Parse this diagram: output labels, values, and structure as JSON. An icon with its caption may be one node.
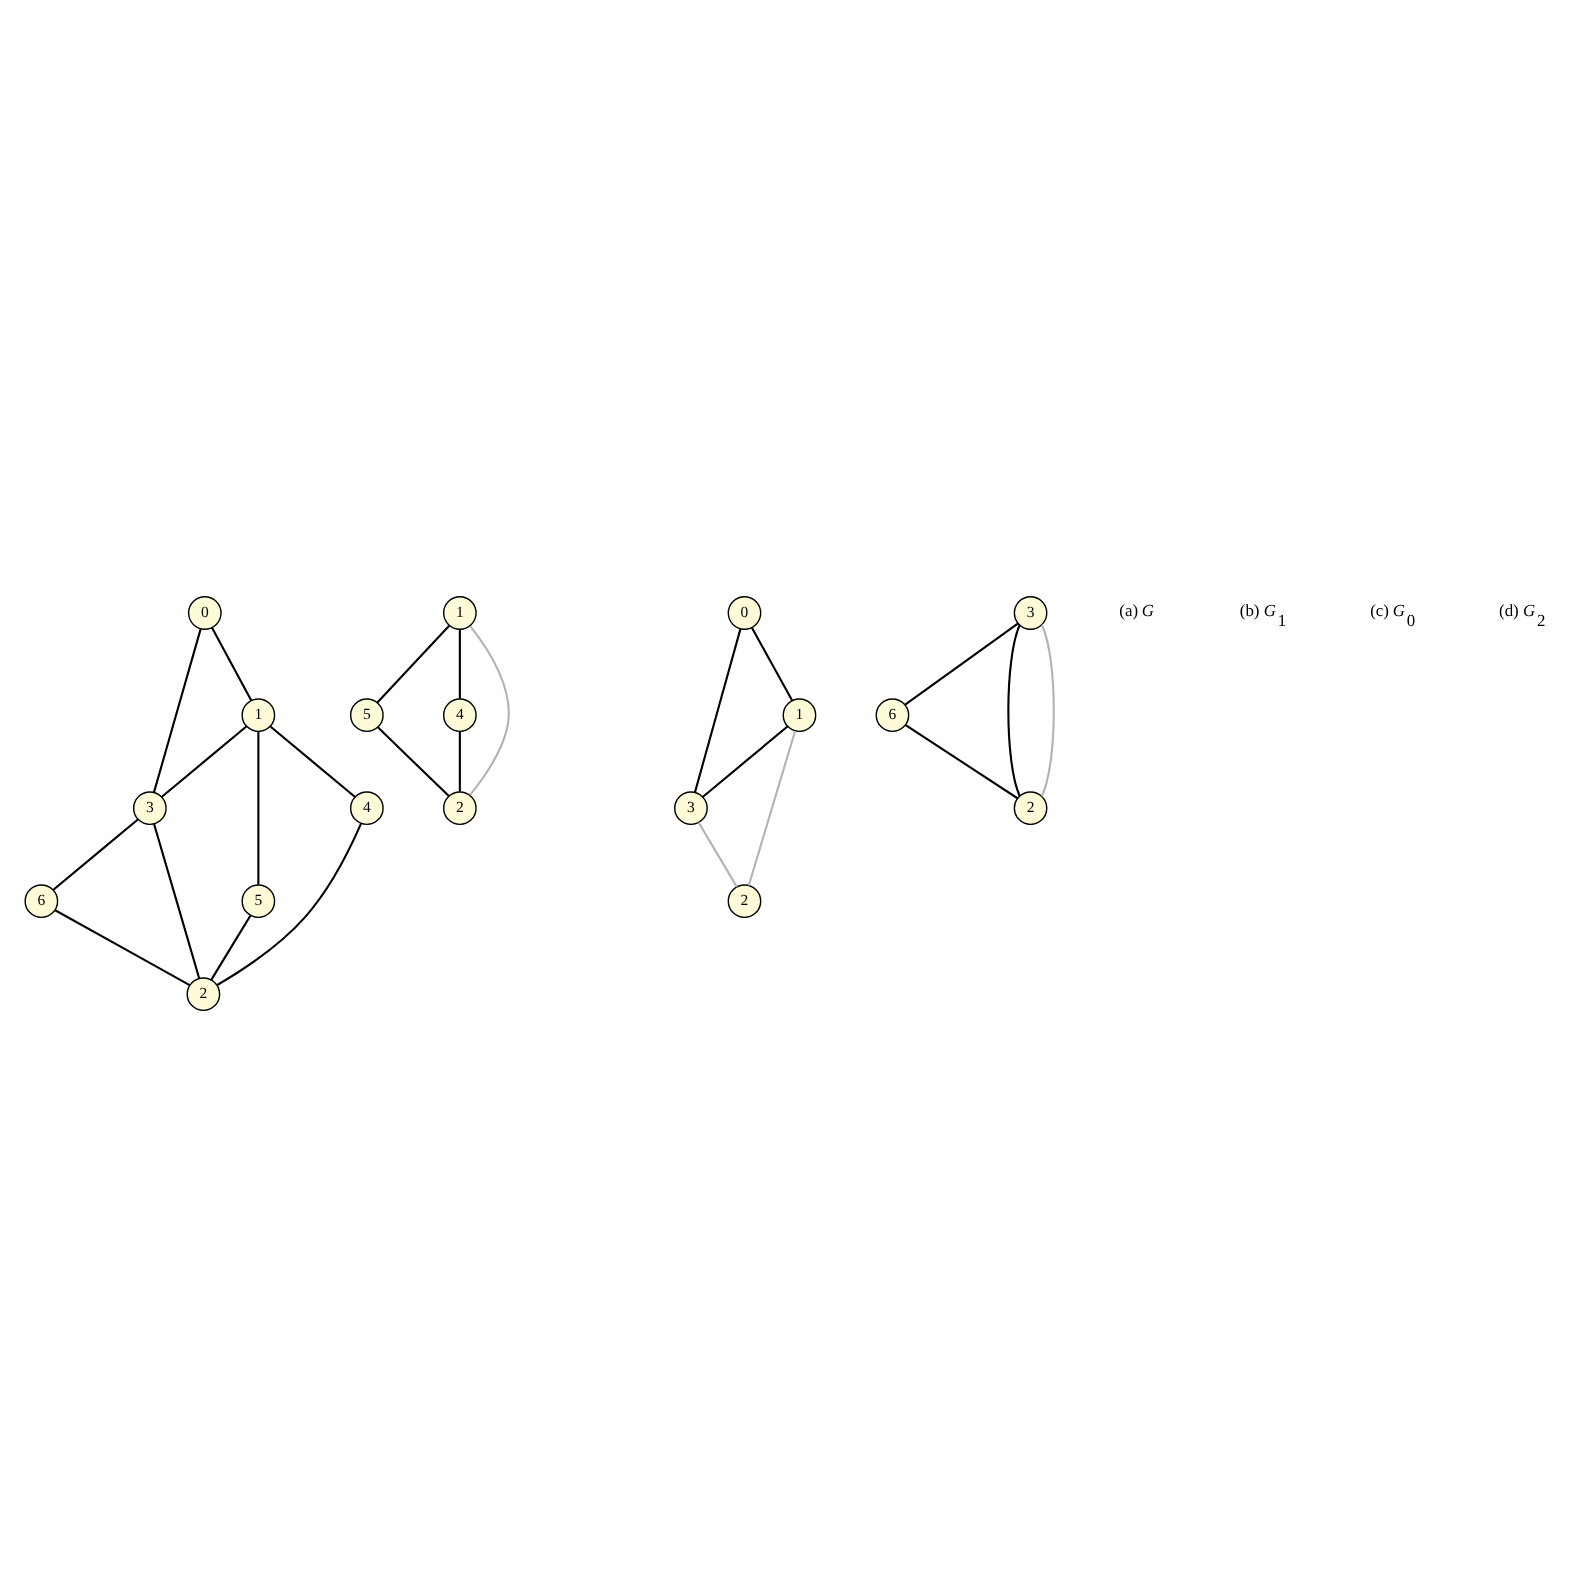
{
  "diagram": {
    "nodes": [
      {
        "text": [
          "0"
        ]
      },
      {
        "text": [
          "1"
        ]
      },
      {
        "text": [
          "3"
        ]
      },
      {
        "text": [
          "5"
        ]
      },
      {
        "text": [
          "6"
        ]
      },
      {
        "text": [
          "4"
        ]
      },
      {
        "text": [
          "2"
        ]
      },
      {
        "text": [
          "1"
        ]
      },
      {
        "text": [
          "5"
        ]
      },
      {
        "text": [
          "4"
        ]
      },
      {
        "text": [
          "2"
        ]
      },
      {
        "text": [
          "0"
        ]
      },
      {
        "text": [
          "1"
        ]
      },
      {
        "text": [
          "3"
        ]
      },
      {
        "text": [
          "2"
        ]
      },
      {
        "text": [
          "3"
        ]
      },
      {
        "text": [
          "6"
        ]
      },
      {
        "text": [
          "2"
        ]
      }
    ],
    "edges": [
      {
        "from": 0,
        "to": 1,
        "arrow": "none"
      },
      {
        "from": 0,
        "to": 2,
        "arrow": "none"
      },
      {
        "from": 1,
        "to": 2,
        "arrow": "none"
      },
      {
        "from": 1,
        "to": 3,
        "arrow": "none"
      },
      {
        "from": 1,
        "to": 5,
        "arrow": "none"
      },
      {
        "from": 2,
        "to": 4,
        "arrow": "none"
      },
      {
        "from": 3,
        "to": 6,
        "arrow": "none"
      },
      {
        "from": 4,
        "to": 6,
        "arrow": "none"
      },
      {
        "from": 5,
        "to": 6,
        "arrow": "none"
      },
      {
        "from": 2,
        "to": 6,
        "arrow": "none"
      },
      {
        "from": 7,
        "to": 8,
        "arrow": "none"
      },
      {
        "from": 7,
        "to": 9,
        "arrow": "none"
      },
      {
        "from": 8,
        "to": 10,
        "arrow": "none"
      },
      {
        "from": 9,
        "to": 10,
        "arrow": "none"
      },
      {
        "from": 7,
        "to": 10,
        "arrow": "none",
        "color": "#b3b3b3"
      },
      {
        "from": 11,
        "to": 12,
        "arrow": "none"
      },
      {
        "from": 11,
        "to": 13,
        "arrow": "none"
      },
      {
        "from": 12,
        "to": 13,
        "arrow": "none"
      },
      {
        "from": 12,
        "to": 14,
        "arrow": "none",
        "color": "#b3b3b3"
      },
      {
        "from": 13,
        "to": 14,
        "arrow": "none",
        "color": "#b3b3b3"
      },
      {
        "from": 15,
        "to": 16,
        "arrow": "none"
      },
      {
        "from": 16,
        "to": 17,
        "arrow": "none"
      },
      {
        "from": 15,
        "to": 17,
        "arrow": "none"
      },
      {
        "from": 17,
        "to": 15,
        "arrow": "none",
        "color": "#b3b3b3"
      }
    ],
    "labels": [
      "(a) *G*",
      "(b) *G*$_{1}$",
      "(c) *G*$_{0}$",
      "(d) *G*$_{2}$"
    ]
  }
}
